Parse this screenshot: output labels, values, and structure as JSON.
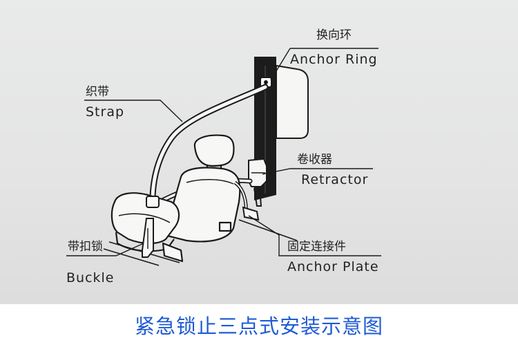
{
  "labels": {
    "anchor_ring": {
      "cn": "换向环",
      "en": "Anchor Ring"
    },
    "strap": {
      "cn": "织带",
      "en": "Strap"
    },
    "retractor": {
      "cn": "卷收器",
      "en": "Retractor"
    },
    "anchor_plate": {
      "cn": "固定连接件",
      "en": "Anchor Plate"
    },
    "buckle": {
      "cn": "带扣锁",
      "en": "Buckle"
    }
  },
  "caption": "紧急锁止三点式安装示意图",
  "colors": {
    "caption": "#1e5bd6",
    "line": "#1a1a1a",
    "background": "#e6e7e6"
  }
}
